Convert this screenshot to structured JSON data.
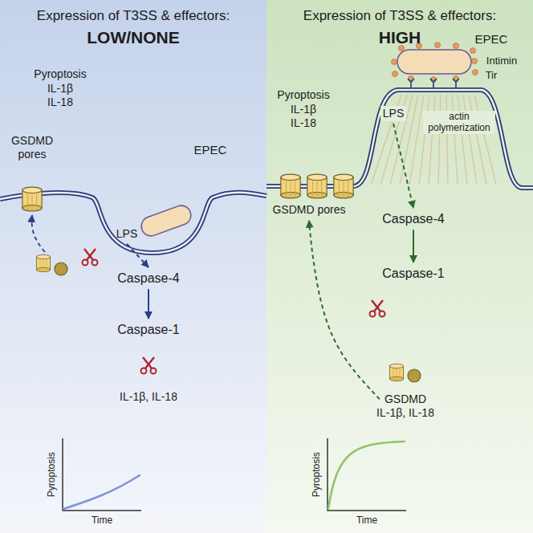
{
  "diagram": {
    "nodes": [
      {
        "text": [
          "Expression of T3SS & effectors:",
          "LOW/NONE"
        ]
      },
      {
        "text": [
          "LPS"
        ],
        "in": 0
      },
      {
        "text": [
          "Caspase-4"
        ],
        "in": 0
      },
      {
        "text": [
          "Caspase-1"
        ],
        "in": 0
      },
      {
        "text": [
          "GSDMD pores"
        ],
        "in": 0
      },
      {
        "text": [
          "Expression of T3SS & effectors:",
          "HIGH"
        ]
      },
      {
        "text": [
          "LPS"
        ],
        "in": 5
      },
      {
        "text": [
          "Caspase-4"
        ],
        "in": 5
      },
      {
        "text": [
          "Caspase-1"
        ],
        "in": 5
      },
      {
        "text": [
          "GSDMD"
        ],
        "in": 5
      },
      {
        "text": [
          "GSDMD pores"
        ],
        "in": 5
      }
    ],
    "edges": [
      {
        "from": 1,
        "to": 2,
        "arrow": "to"
      },
      {
        "from": 2,
        "to": 3,
        "arrow": "to"
      },
      {
        "from": 6,
        "to": 7,
        "arrow": "to"
      },
      {
        "from": 7,
        "to": 8,
        "arrow": "to"
      },
      {
        "from": 9,
        "to": 10,
        "arrow": "to"
      }
    ],
    "labels": [
      "Pyroptosis",
      "IL-1β",
      "IL-18",
      "EPEC",
      "IL-1β, IL-18",
      "Pyroptosis",
      "Time",
      "EPEC",
      "Intimin",
      "Tir",
      "actin polymerization",
      "Pyroptosis",
      "IL-1β",
      "IL-18",
      "IL-1β, IL-18",
      "Pyroptosis",
      "Time"
    ]
  }
}
